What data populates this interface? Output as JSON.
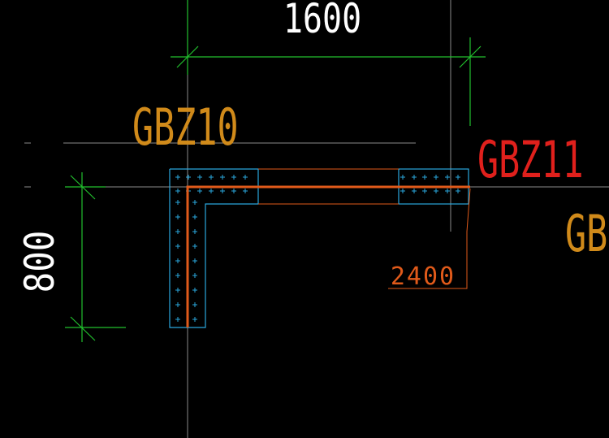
{
  "colors": {
    "background": "#000000",
    "dimension": "#22c02e",
    "axis_line": "#8a8a8a",
    "column_outline": "#2aa7dd",
    "rebar_mark": "#2aa7dd",
    "wall_line": "#e05a1a",
    "leader": "#e05a1a",
    "label_gbz10": "#d08a1a",
    "label_gbz11": "#e0201c",
    "label_gb": "#d08a1a",
    "dim_text": "#ffffff",
    "length_text": "#e05a1a"
  },
  "dimensions": {
    "horizontal": "1600",
    "vertical": "800"
  },
  "labels": {
    "column_left": "GBZ10",
    "column_right": "GBZ11",
    "partial_right": "GB"
  },
  "wall_length": "2400"
}
